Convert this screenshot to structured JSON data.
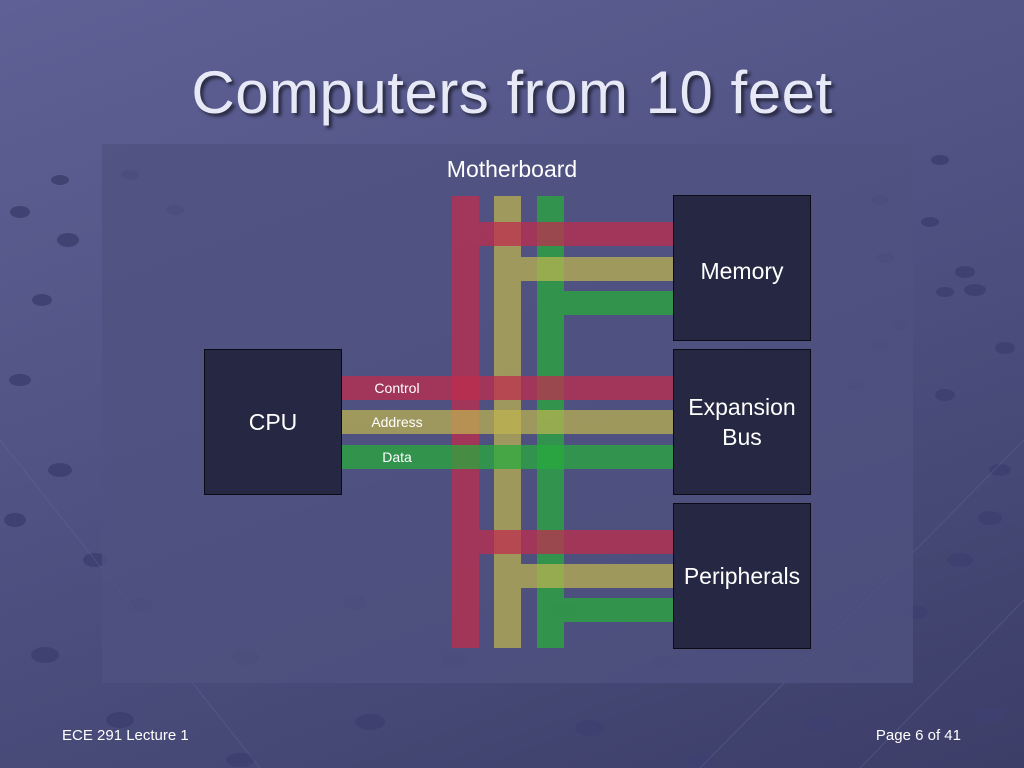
{
  "slide": {
    "title": "Computers from 10 feet",
    "footer_left": "ECE 291 Lecture 1",
    "footer_right": "Page 6 of 41"
  },
  "diagram": {
    "board_label": "Motherboard",
    "components": {
      "cpu": "CPU",
      "memory": "Memory",
      "expansion_line1": "Expansion",
      "expansion_line2": "Bus",
      "peripherals": "Peripherals"
    },
    "buses": {
      "control": "Control",
      "address": "Address",
      "data": "Data"
    },
    "colors": {
      "control": "#be2d4e",
      "address": "#beb450",
      "data": "#28aa3c",
      "box": "#262742"
    }
  }
}
